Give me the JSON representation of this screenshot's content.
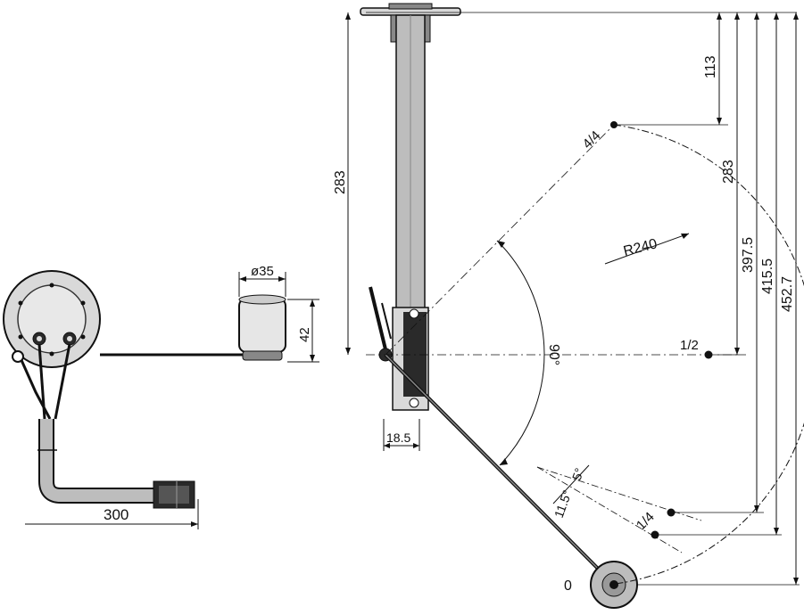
{
  "dimensions": {
    "top_offset": "113",
    "arm_length": "283",
    "tube_length": "283",
    "reading_half": "397.5",
    "reading_quarter": "415.5",
    "total_depth": "452.7",
    "arm_radius": "R240",
    "sweep_angle": "90°",
    "bracket_width": "18.5",
    "cable_length": "300",
    "float_diameter": "ø35",
    "float_height": "42",
    "angle_a": "11.5°",
    "angle_b": "5°"
  },
  "marks": {
    "full": "4/4",
    "half": "1/2",
    "quarter": "1/4",
    "empty": "0"
  },
  "colors": {
    "line": "#111111",
    "tube_fill": "#bdbdbd",
    "flange_fill": "#d9d9d9",
    "dark_fill": "#2a2a2a",
    "float_fill": "#e6e6e6"
  }
}
